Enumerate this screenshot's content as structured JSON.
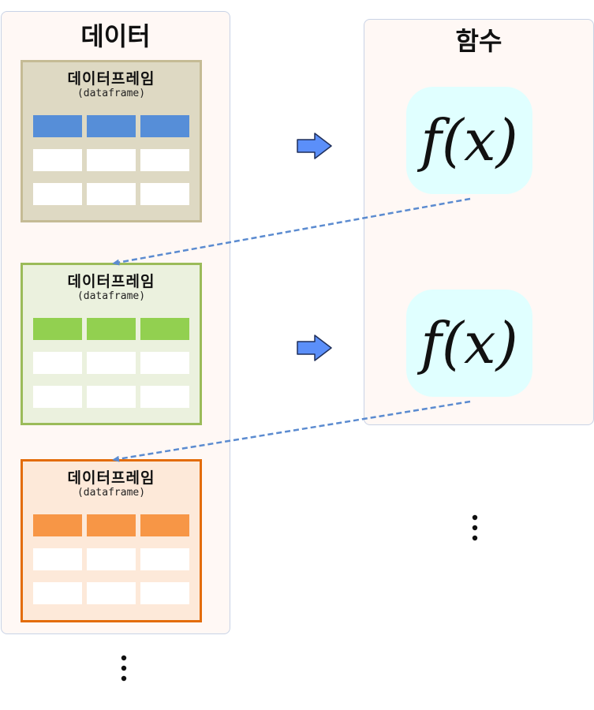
{
  "data_panel": {
    "title": "데이터"
  },
  "function_panel": {
    "title": "함수"
  },
  "dataframes": [
    {
      "title": "데이터프레임",
      "subtitle": "(dataframe)",
      "header_color": "#568ed8",
      "bg_color": "#ded9c3",
      "border_color": "#c5bb95"
    },
    {
      "title": "데이터프레임",
      "subtitle": "(dataframe)",
      "header_color": "#92d050",
      "bg_color": "#ebf1de",
      "border_color": "#9bbb59"
    },
    {
      "title": "데이터프레임",
      "subtitle": "(dataframe)",
      "header_color": "#f79646",
      "bg_color": "#fde9d9",
      "border_color": "#e36c09"
    }
  ],
  "functions": [
    {
      "label": "f(x)"
    },
    {
      "label": "f(x)"
    }
  ],
  "colors": {
    "arrow": "#5b8ff9",
    "dashed_line": "#5b8bd0",
    "panel_border": "#c9d3e6"
  }
}
